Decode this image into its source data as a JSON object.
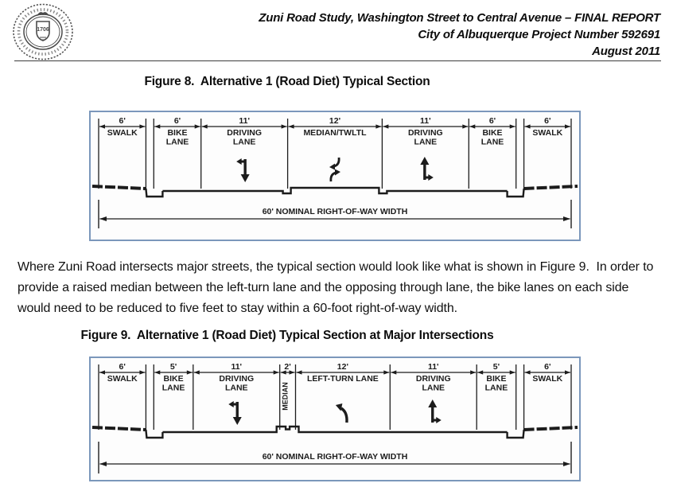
{
  "header": {
    "title_line1": "Zuni Road Study, Washington Street to Central Avenue – FINAL REPORT",
    "title_line2": "City of Albuquerque Project Number 592691",
    "title_line3": "August 2011",
    "seal_year": "1706"
  },
  "figure8": {
    "title": "Figure 8.  Alternative 1 (Road Diet) Typical Section",
    "row_label": "60' NOMINAL RIGHT-OF-WAY WIDTH",
    "profile": "crown",
    "lanes": [
      {
        "type": "lane",
        "feet": 6,
        "dim_label": "6'",
        "name_lines": [
          "SWALK"
        ]
      },
      {
        "type": "curb",
        "feet": 1
      },
      {
        "type": "lane",
        "feet": 6,
        "dim_label": "6'",
        "name_lines": [
          "BIKE",
          "LANE"
        ]
      },
      {
        "type": "lane",
        "feet": 11,
        "dim_label": "11'",
        "name_lines": [
          "DRIVING",
          "LANE"
        ],
        "arrow": "through-left"
      },
      {
        "type": "lane",
        "feet": 12,
        "dim_label": "12'",
        "name_lines": [
          "MEDIAN/TWLTL"
        ],
        "arrow": "twltl"
      },
      {
        "type": "lane",
        "feet": 11,
        "dim_label": "11'",
        "name_lines": [
          "DRIVING",
          "LANE"
        ],
        "arrow": "through-right"
      },
      {
        "type": "lane",
        "feet": 6,
        "dim_label": "6'",
        "name_lines": [
          "BIKE",
          "LANE"
        ]
      },
      {
        "type": "curb",
        "feet": 1
      },
      {
        "type": "lane",
        "feet": 6,
        "dim_label": "6'",
        "name_lines": [
          "SWALK"
        ]
      }
    ]
  },
  "body_text": "Where Zuni Road intersects major streets, the typical section would look like what is shown in Figure 9.  In order to provide a raised median between the left-turn lane and the opposing through lane, the bike lanes on each side would need to be reduced to five feet to stay within a 60-foot right-of-way width.",
  "figure9": {
    "title": "Figure 9.  Alternative 1 (Road Diet) Typical Section at Major Intersections",
    "row_label": "60' NOMINAL RIGHT-OF-WAY WIDTH",
    "profile": "raised",
    "lanes": [
      {
        "type": "lane",
        "feet": 6,
        "dim_label": "6'",
        "name_lines": [
          "SWALK"
        ]
      },
      {
        "type": "curb",
        "feet": 1
      },
      {
        "type": "lane",
        "feet": 5,
        "dim_label": "5'",
        "name_lines": [
          "BIKE",
          "LANE"
        ]
      },
      {
        "type": "lane",
        "feet": 11,
        "dim_label": "11'",
        "name_lines": [
          "DRIVING",
          "LANE"
        ],
        "arrow": "through-left"
      },
      {
        "type": "lane",
        "feet": 2,
        "dim_label": "2'",
        "name_lines": [
          "MEDIAN"
        ],
        "vertical_name": true
      },
      {
        "type": "lane",
        "feet": 12,
        "dim_label": "12'",
        "name_lines": [
          "LEFT-TURN LANE"
        ],
        "arrow": "left-turn"
      },
      {
        "type": "lane",
        "feet": 11,
        "dim_label": "11'",
        "name_lines": [
          "DRIVING",
          "LANE"
        ],
        "arrow": "through-right"
      },
      {
        "type": "lane",
        "feet": 5,
        "dim_label": "5'",
        "name_lines": [
          "BIKE",
          "LANE"
        ]
      },
      {
        "type": "curb",
        "feet": 1
      },
      {
        "type": "lane",
        "feet": 6,
        "dim_label": "6'",
        "name_lines": [
          "SWALK"
        ]
      }
    ]
  },
  "colors": {
    "frame_border": "#7b97bb",
    "ink": "#1c1c1c"
  }
}
